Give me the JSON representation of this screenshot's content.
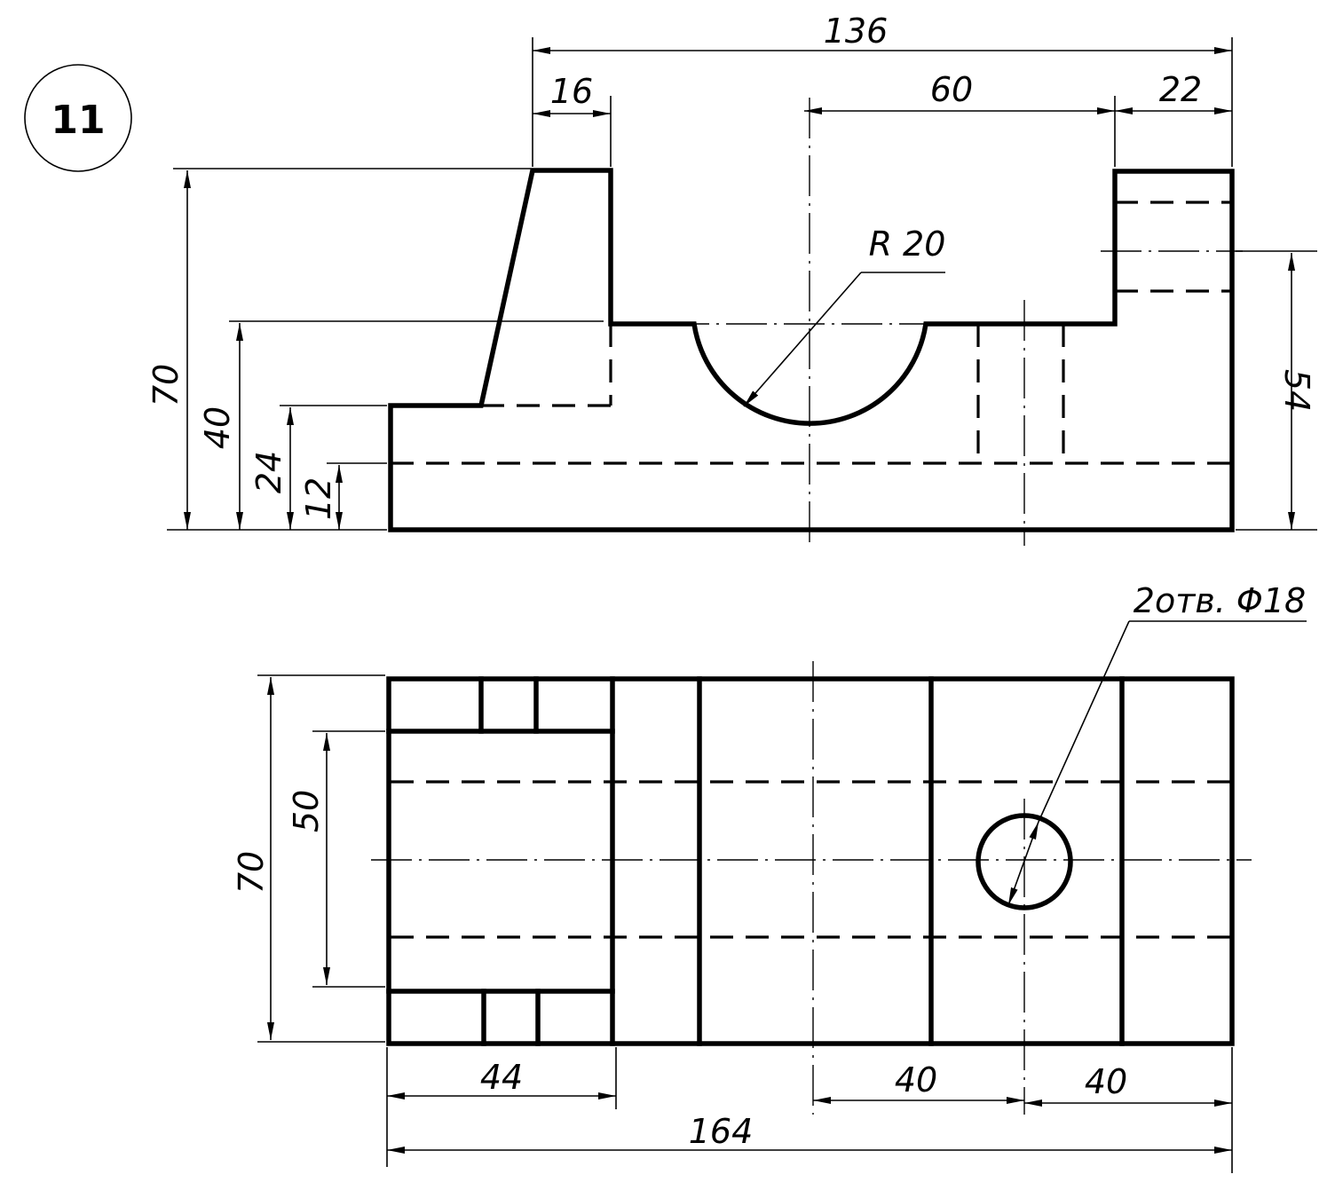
{
  "figure_number": "11",
  "front_view": {
    "dimensions": {
      "overall_length": "136",
      "left_boss_width": "16",
      "slot_width": "60",
      "right_boss_width": "22",
      "radius": "R 20",
      "total_height": "70",
      "shelf_height": "40",
      "step_height": "24",
      "base_hidden_height": "12",
      "right_height": "54"
    }
  },
  "top_view": {
    "dimensions": {
      "depth": "70",
      "inner_width": "50",
      "left_length": "44",
      "hole_spacing_left": "40",
      "hole_spacing_right": "40",
      "total_length": "164"
    },
    "hole_callout": "2отв. Φ18"
  }
}
